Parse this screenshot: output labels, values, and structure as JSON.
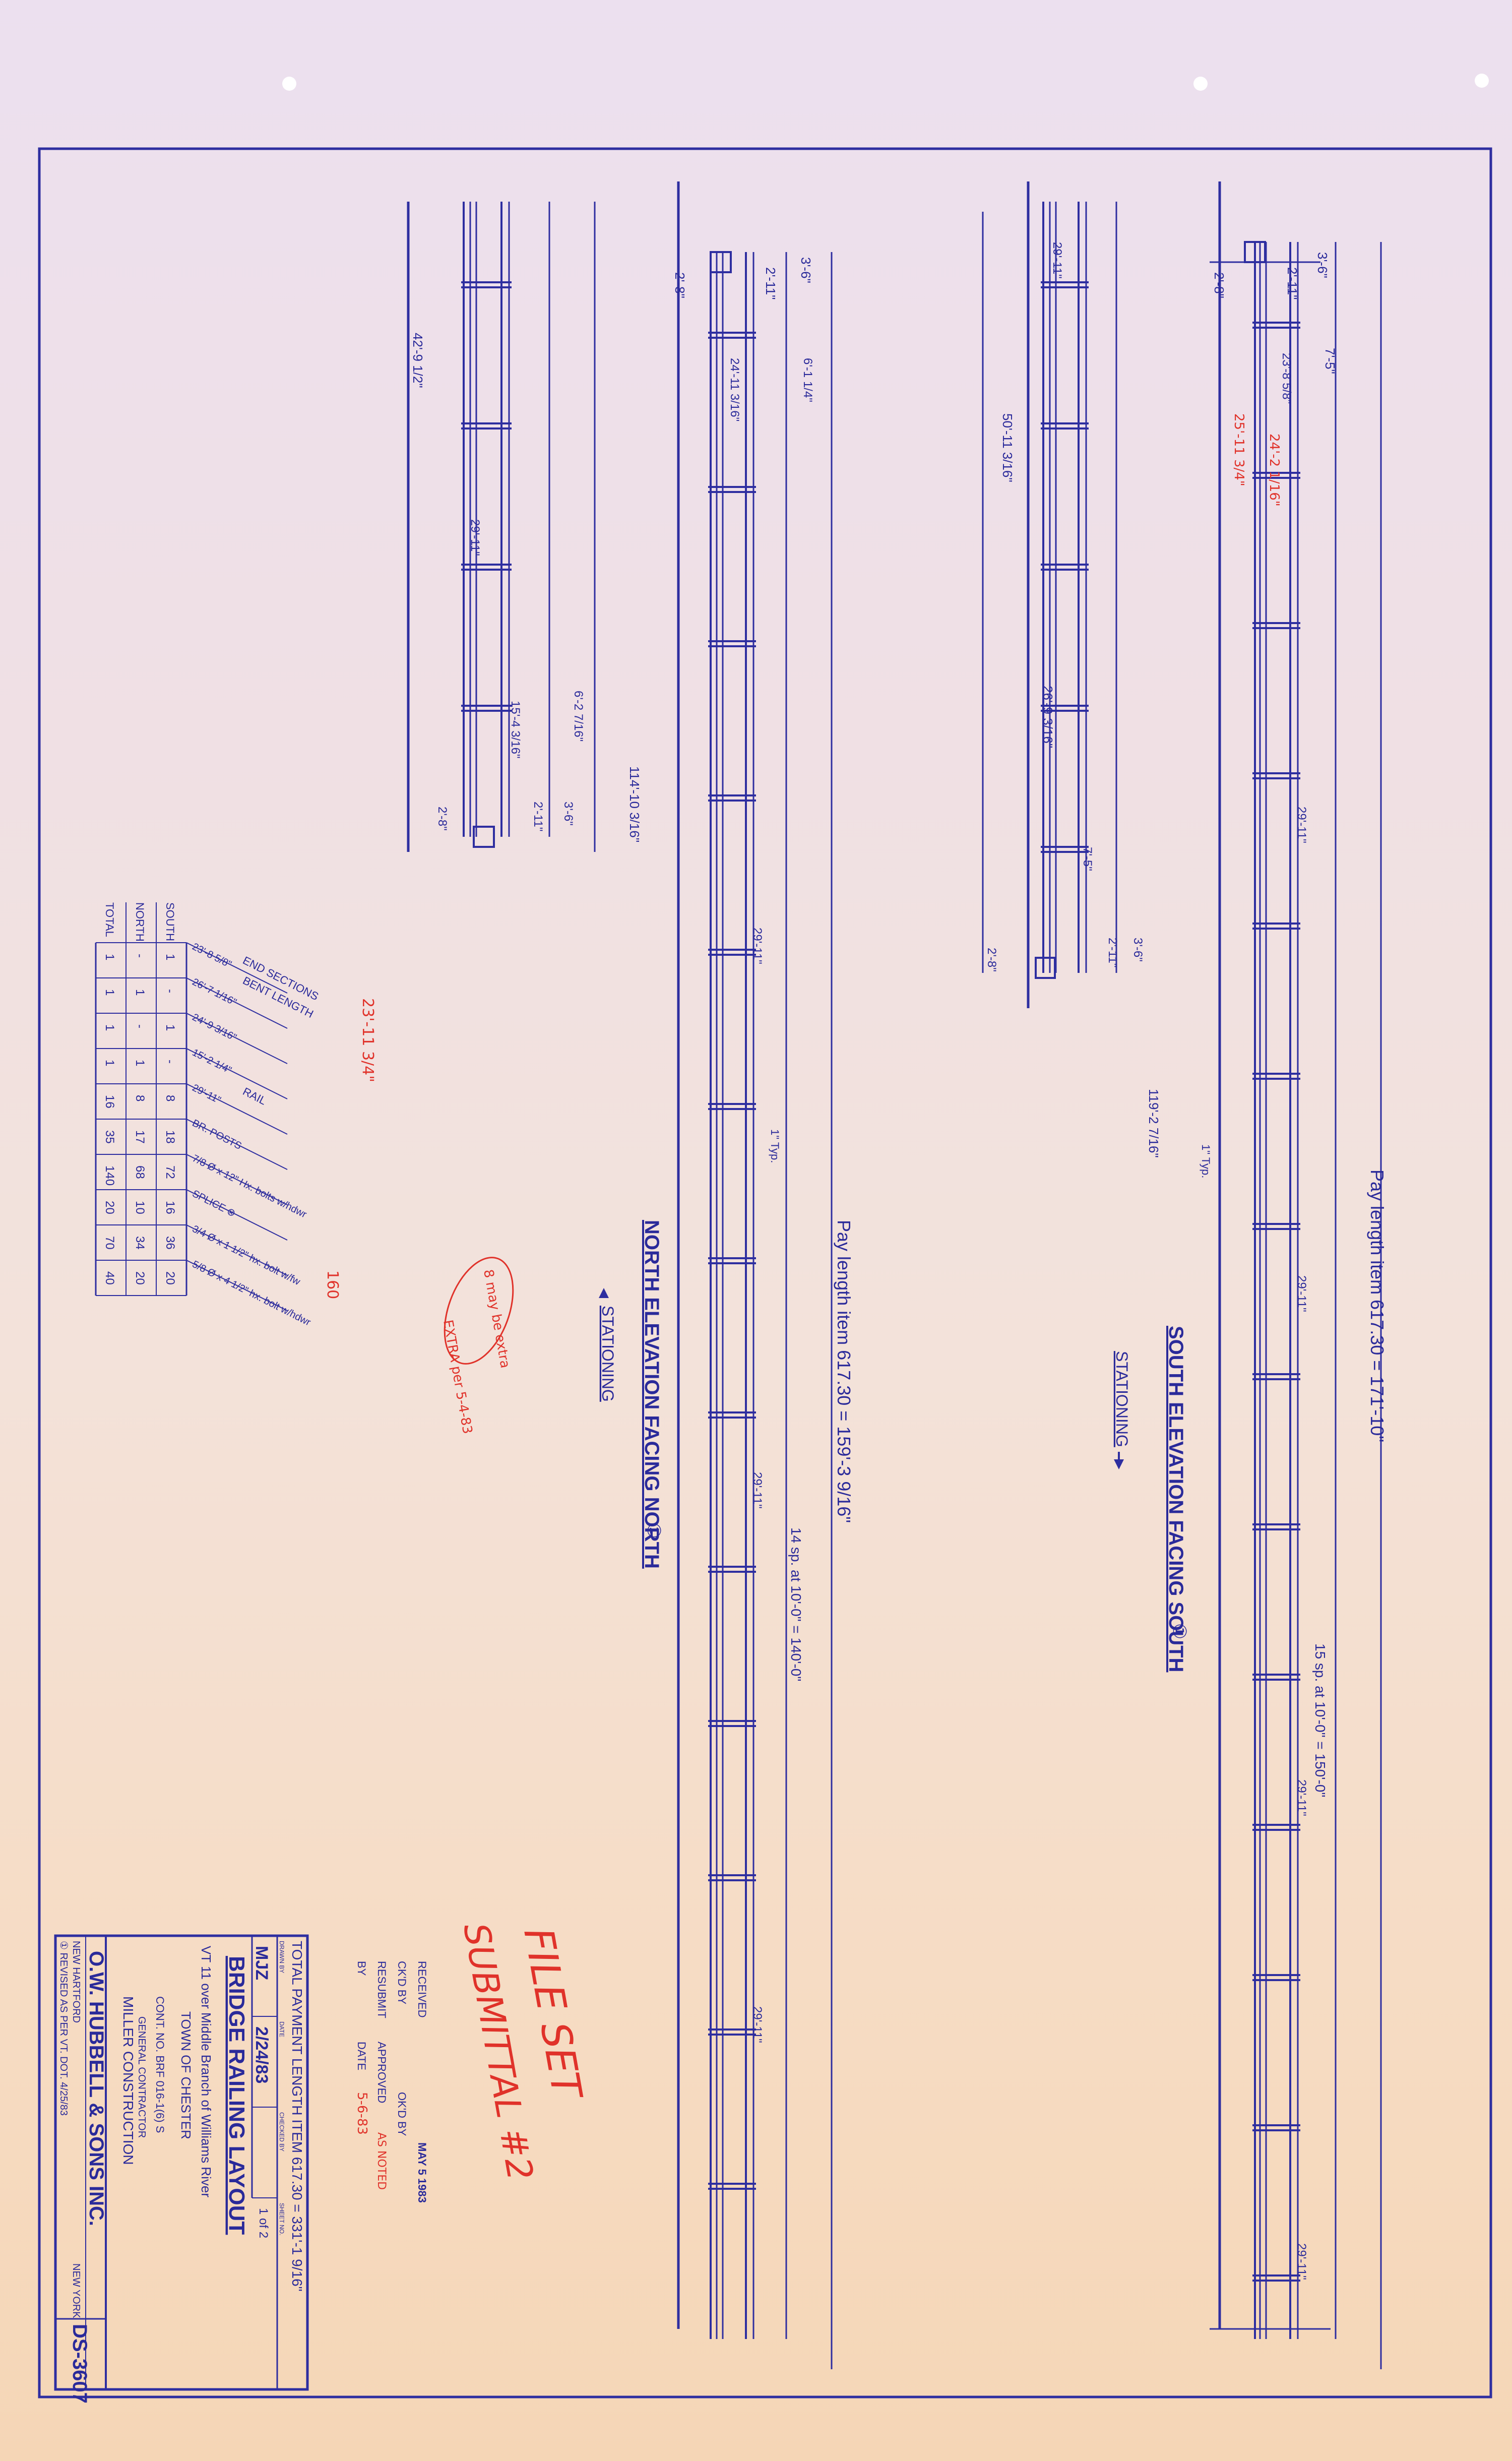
{
  "colors": {
    "ink": "#2a2a9a",
    "red_ink": "#e0322a",
    "pencil": "#7a7890",
    "highlight": "#f6b23c"
  },
  "south_elevation": {
    "title": "SOUTH ELEVATION FACING SOUTH",
    "marker": "①",
    "stationing": "STATIONING",
    "pay_length": "Pay length item 617.30 = 171'-10\"",
    "spacing": "15 sp. at 10'-0\" = 150'-0\"",
    "dims": [
      "3'-6\"",
      "2'-11\"",
      "7'-5\"",
      "2'-8\"",
      "23'-8 5/8\"",
      "25'-11 3/4\"",
      "24'-2 1/16\"",
      "29'-11\"",
      "29'-11\"",
      "29'-11\"",
      "29'-11\"",
      "1\" Typ.",
      "119'-2 7/16\"",
      "50'-11 3/16\"",
      "26'-9 3/16\"",
      "7'-5\"",
      "2'-11\"",
      "3'-6\"",
      "2'-8\"",
      "29'-11\""
    ]
  },
  "north_elevation": {
    "title": "NORTH ELEVATION FACING NORTH",
    "marker": "①",
    "stationing": "STATIONING",
    "pay_length": "Pay length item 617.30 = 159'-3 9/16\"",
    "spacing": "14 sp. at 10'-0\" = 140'-0\"",
    "dims": [
      "3'-6\"",
      "2'-11\"",
      "2'-8\"",
      "24'-11 3/16\"",
      "6'-1 1/4\"",
      "42'-9 1/2\"",
      "29'-11\"",
      "6'-2 7/16\"",
      "15'-4 3/16\"",
      "2'-11\"",
      "3'-6\"",
      "2'-8\"",
      "114'-10 3/16\"",
      "29'-11\"",
      "29'-11\"",
      "29'-11\"",
      "1\" Typ."
    ]
  },
  "table": {
    "header_end": "END SECTIONS",
    "header_bent": "BENT LENGTH",
    "header_rail": "RAIL",
    "columns": [
      "23'-8 5/8\"",
      "26'-7 1/16\"",
      "24'-9 3/16\"",
      "15'-2 1/4\"",
      "29'-11\"",
      "BR. POSTS",
      "7/8 Ø x 12\" Hx. bolts w/hdwr",
      "SPLICE ⊗",
      "3/4 Ø x 1 1/2\" hx. bolt w/fw",
      "5/8 Ø x 4 1/2\" hx. bolt w/hdwr"
    ],
    "rows": [
      {
        "label": "SOUTH",
        "cells": [
          "1",
          "-",
          "1",
          "-",
          "8",
          "18",
          "72",
          "16",
          "36",
          "20"
        ]
      },
      {
        "label": "NORTH",
        "cells": [
          "-",
          "1",
          "-",
          "1",
          "8",
          "17",
          "68",
          "10",
          "34",
          "20"
        ]
      },
      {
        "label": "TOTAL",
        "cells": [
          "1",
          "1",
          "1",
          "1",
          "16",
          "35",
          "140",
          "20",
          "70",
          "40"
        ]
      }
    ],
    "red_note": "23'-11 3/4\"",
    "red_total": "160"
  },
  "title_block": {
    "revision": "① REVISED AS PER VT. DOT. 4/25/83",
    "total_payment": "TOTAL PAYMENT LENGTH ITEM 617.30 = 331'-1 9/16\"",
    "drawn_by_label": "DRAWN BY",
    "drawn_by": "MJZ",
    "date_label": "DATE",
    "date": "2/24/83",
    "checked_label": "CHECKED BY",
    "sheet_label": "SHEET NO.",
    "sheet": "1 of 2",
    "title": "BRIDGE RAILING LAYOUT",
    "subtitle": "VT 11 over Middle Branch of Williams River",
    "town": "TOWN OF CHESTER",
    "contract": "CONT. NO. BRF 016-1(6) S",
    "gc_label": "GENERAL CONTRACTOR",
    "gc": "MILLER CONSTRUCTION",
    "company": "O.W. HUBBELL & SONS INC.",
    "company_city": "NEW HARTFORD",
    "company_state": "NEW YORK",
    "drawing_no": "DS-3607",
    "received": "RECEIVED",
    "stamp_date": "MAY 5 1983",
    "ckd_by": "CK'D BY",
    "okd_by": "OK'D BY",
    "resubmit": "RESUBMIT",
    "approved": "APPROVED",
    "as_noted": "AS NOTED",
    "date2": "DATE",
    "by": "BY",
    "date_written": "5-6-83"
  },
  "annotations": {
    "file_set": "FILE SET",
    "submittal": "SUBMITTAL #2",
    "red_note_1": "8 may be extra",
    "red_note_2": "EXTRA per 5-4-83"
  }
}
